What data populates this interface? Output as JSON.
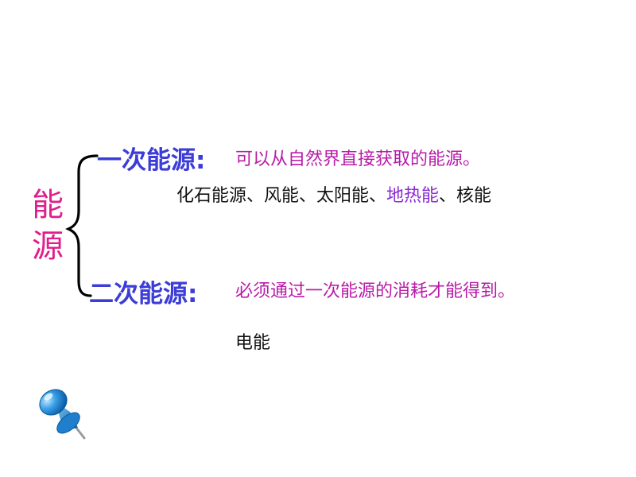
{
  "title": {
    "char1": "能",
    "char2": "源"
  },
  "primary": {
    "label": "一次能源",
    "colon": ":",
    "description": "可以从自然界直接获取的能源。",
    "examples": {
      "part1": "化石能源、风能、太阳能、",
      "highlight": "地热能",
      "part2": "、核能"
    }
  },
  "secondary": {
    "label": "二次能源",
    "colon": ":",
    "description": "必须通过一次能源的消耗才能得到。",
    "examples": "电能"
  },
  "colors": {
    "title": "#e01e8c",
    "heading": "#3c3cd8",
    "description": "#b81ca8",
    "highlight": "#8a2bd0",
    "pin": "#3aa0e8"
  },
  "icons": {
    "brace": "curly-brace-icon",
    "pin": "push-pin-icon"
  }
}
